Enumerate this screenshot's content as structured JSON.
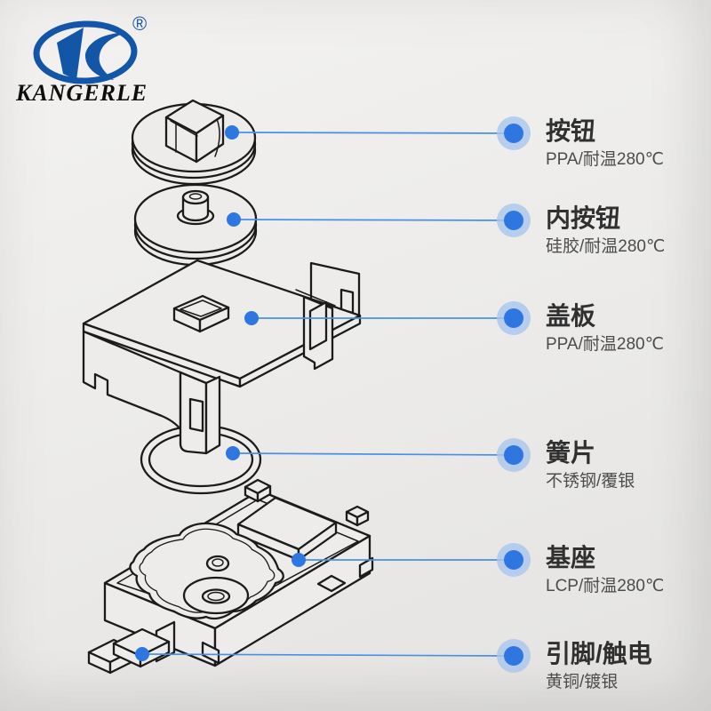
{
  "brand": {
    "name": "KANGERLE",
    "monogram": "K",
    "registered_mark": "®"
  },
  "callouts": [
    {
      "title": "按钮",
      "material": "PPA/耐温280℃"
    },
    {
      "title": "内按钮",
      "material": "硅胶/耐温280℃"
    },
    {
      "title": "盖板",
      "material": "PPA/耐温280℃"
    },
    {
      "title": "簧片",
      "material": "不锈钢/覆银"
    },
    {
      "title": "基座",
      "material": "LCP/耐温280℃"
    },
    {
      "title": "引脚/触电",
      "material": "黄铜/镀银"
    }
  ],
  "colors": {
    "accent_line": "#4a90e2",
    "dot_core": "#2e77e0",
    "dot_halo": "#a9c6ee",
    "logo_blue": "#1356a8",
    "line_art": "#1b1b1b"
  }
}
